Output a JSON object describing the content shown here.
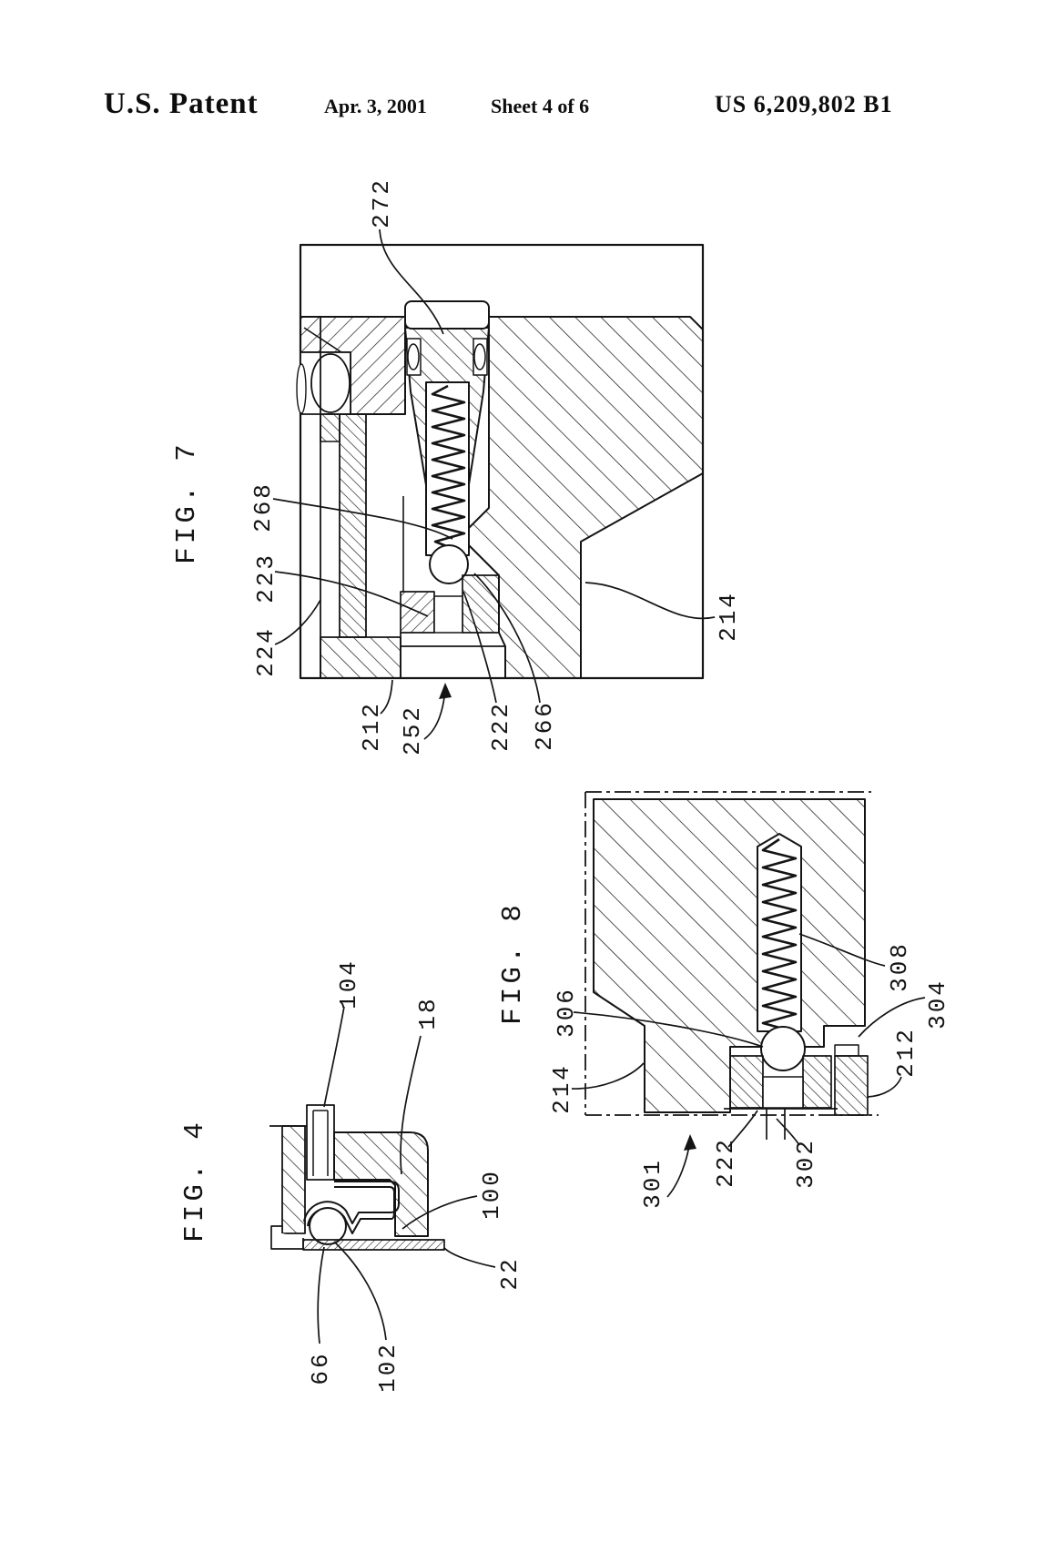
{
  "header": {
    "title": "U.S. Patent",
    "date": "Apr. 3, 2001",
    "sheet": "Sheet 4 of 6",
    "patent_number": "US 6,209,802 B1"
  },
  "figures": {
    "fig7": {
      "caption": "FIG. 7",
      "refs": {
        "272": "272",
        "268": "268",
        "223": "223",
        "224": "224",
        "212": "212",
        "252": "252",
        "222": "222",
        "266": "266",
        "214": "214"
      }
    },
    "fig8": {
      "caption": "FIG. 8",
      "refs": {
        "306": "306",
        "214": "214",
        "308": "308",
        "304": "304",
        "212": "212",
        "301": "301",
        "222": "222",
        "302": "302"
      }
    },
    "fig4": {
      "caption": "FIG. 4",
      "refs": {
        "104": "104",
        "18": "18",
        "100": "100",
        "22": "22",
        "66": "66",
        "102": "102"
      }
    }
  }
}
